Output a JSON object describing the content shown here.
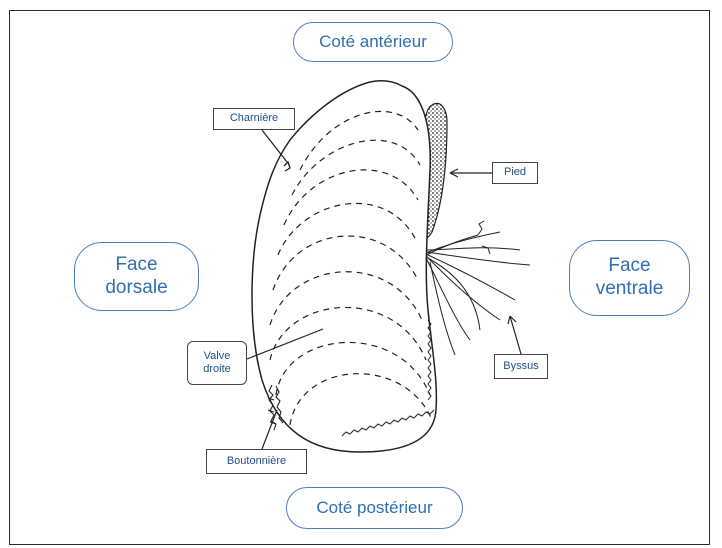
{
  "orientation": {
    "anterior": "Coté antérieur",
    "posterior": "Coté postérieur",
    "dorsal_line1": "Face",
    "dorsal_line2": "dorsale",
    "ventral_line1": "Face",
    "ventral_line2": "ventrale"
  },
  "labels": {
    "charniere": "Charnière",
    "pied": "Pied",
    "valve_line1": "Valve",
    "valve_line2": "droite",
    "byssus": "Byssus",
    "boutonniere": "Boutonnière"
  },
  "colors": {
    "pill_border": "#4f7fbf",
    "pill_text": "#2f6fb0",
    "label_text": "#1f4f8a",
    "drawing": "#222222"
  }
}
